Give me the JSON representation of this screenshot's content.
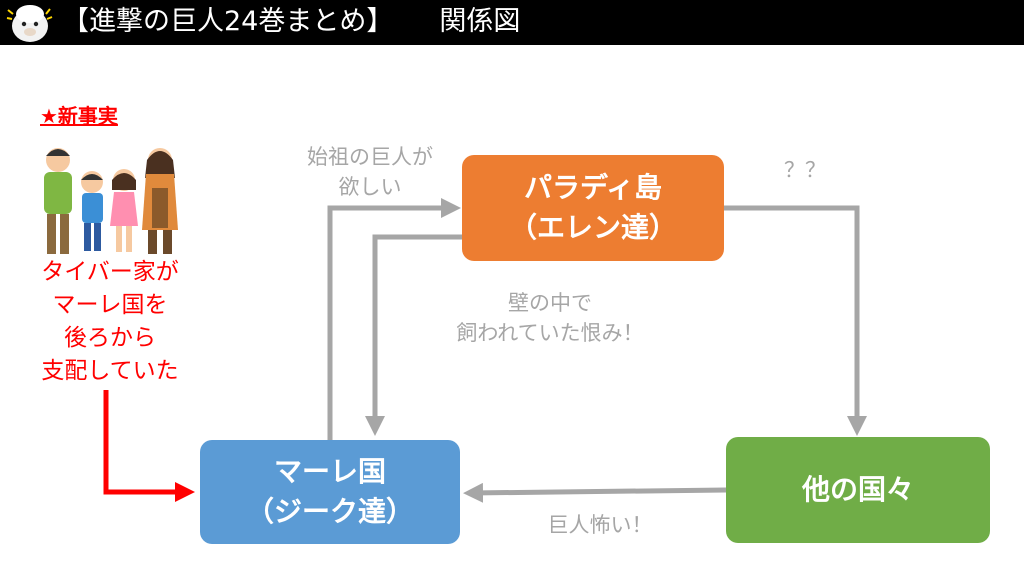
{
  "header": {
    "title": "【進撃の巨人24巻まとめ】",
    "subtitle": "関係図"
  },
  "nodes": {
    "paradis": {
      "line1": "パラディ島",
      "line2": "（エレン達）",
      "color": "#ed7d31"
    },
    "marley": {
      "line1": "マーレ国",
      "line2": "（ジーク達）",
      "color": "#5b9bd5"
    },
    "others": {
      "label": "他の国々",
      "color": "#70ad47"
    }
  },
  "edge_labels": {
    "founding_titan": [
      "始祖の巨人が",
      "欲しい"
    ],
    "question": "？？",
    "grudge": [
      "壁の中で",
      "飼われていた恨み！"
    ],
    "fear": "巨人怖い！"
  },
  "new_fact": {
    "heading": "★新事実",
    "lines": [
      "タイバー家が",
      "マーレ国を",
      "後ろから",
      "支配していた"
    ],
    "color": "#ff0000"
  },
  "colors": {
    "arrow_gray": "#a6a6a6",
    "arrow_red": "#ff0000"
  }
}
